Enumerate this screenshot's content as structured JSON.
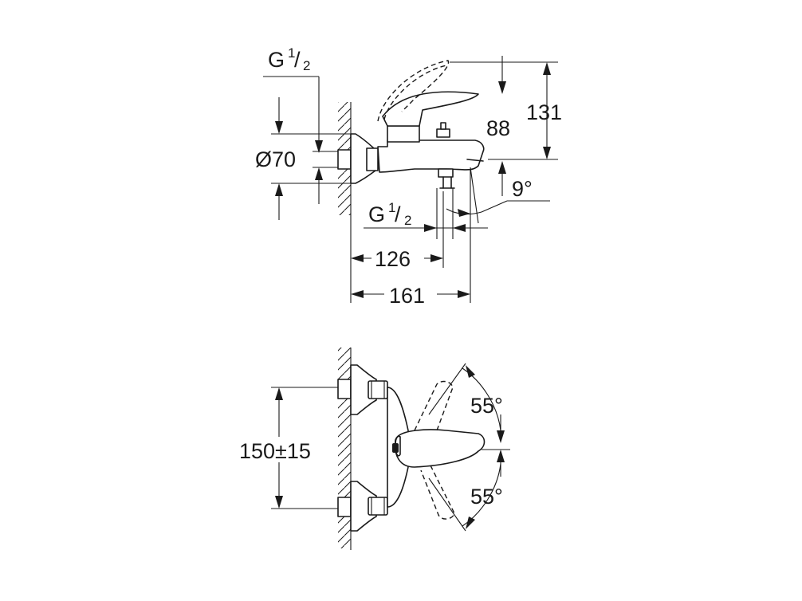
{
  "side_view": {
    "thread_top": {
      "main": "G",
      "sup": "1",
      "sub": "2"
    },
    "thread_bottom": {
      "main": "G",
      "sup": "1",
      "sub": "2"
    },
    "diameter": "Ø70",
    "height_total": "131",
    "height_spout": "88",
    "angle": "9°",
    "depth_inner": "126",
    "depth_outer": "161"
  },
  "top_view": {
    "centres": "150±15",
    "angle_upper": "55°",
    "angle_lower": "55°"
  }
}
